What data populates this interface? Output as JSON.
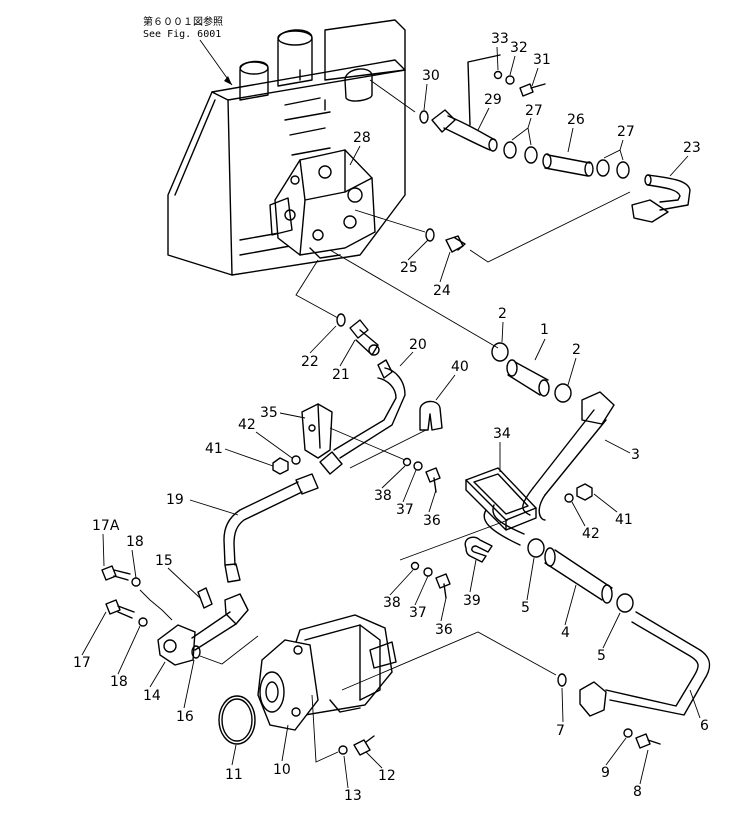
{
  "reference_note": {
    "line1": "第６００１図参照",
    "line2": "See Fig. 6001"
  },
  "callouts": [
    {
      "id": "c1",
      "label": "1"
    },
    {
      "id": "c2a",
      "label": "2"
    },
    {
      "id": "c2b",
      "label": "2"
    },
    {
      "id": "c3",
      "label": "3"
    },
    {
      "id": "c4",
      "label": "4"
    },
    {
      "id": "c5a",
      "label": "5"
    },
    {
      "id": "c5b",
      "label": "5"
    },
    {
      "id": "c6",
      "label": "6"
    },
    {
      "id": "c7",
      "label": "7"
    },
    {
      "id": "c8",
      "label": "8"
    },
    {
      "id": "c9",
      "label": "9"
    },
    {
      "id": "c10",
      "label": "10"
    },
    {
      "id": "c11",
      "label": "11"
    },
    {
      "id": "c12",
      "label": "12"
    },
    {
      "id": "c13",
      "label": "13"
    },
    {
      "id": "c14",
      "label": "14"
    },
    {
      "id": "c15",
      "label": "15"
    },
    {
      "id": "c16",
      "label": "16"
    },
    {
      "id": "c17",
      "label": "17"
    },
    {
      "id": "c17a",
      "label": "17A"
    },
    {
      "id": "c18a",
      "label": "18"
    },
    {
      "id": "c18b",
      "label": "18"
    },
    {
      "id": "c19",
      "label": "19"
    },
    {
      "id": "c20",
      "label": "20"
    },
    {
      "id": "c21",
      "label": "21"
    },
    {
      "id": "c22",
      "label": "22"
    },
    {
      "id": "c23",
      "label": "23"
    },
    {
      "id": "c24",
      "label": "24"
    },
    {
      "id": "c25",
      "label": "25"
    },
    {
      "id": "c26",
      "label": "26"
    },
    {
      "id": "c27a",
      "label": "27"
    },
    {
      "id": "c27b",
      "label": "27"
    },
    {
      "id": "c28",
      "label": "28"
    },
    {
      "id": "c29",
      "label": "29"
    },
    {
      "id": "c30",
      "label": "30"
    },
    {
      "id": "c31",
      "label": "31"
    },
    {
      "id": "c32",
      "label": "32"
    },
    {
      "id": "c33",
      "label": "33"
    },
    {
      "id": "c34",
      "label": "34"
    },
    {
      "id": "c35",
      "label": "35"
    },
    {
      "id": "c36a",
      "label": "36"
    },
    {
      "id": "c36b",
      "label": "36"
    },
    {
      "id": "c37a",
      "label": "37"
    },
    {
      "id": "c37b",
      "label": "37"
    },
    {
      "id": "c38a",
      "label": "38"
    },
    {
      "id": "c38b",
      "label": "38"
    },
    {
      "id": "c39",
      "label": "39"
    },
    {
      "id": "c40",
      "label": "40"
    },
    {
      "id": "c41a",
      "label": "41"
    },
    {
      "id": "c41b",
      "label": "41"
    },
    {
      "id": "c42a",
      "label": "42"
    },
    {
      "id": "c42b",
      "label": "42"
    }
  ]
}
